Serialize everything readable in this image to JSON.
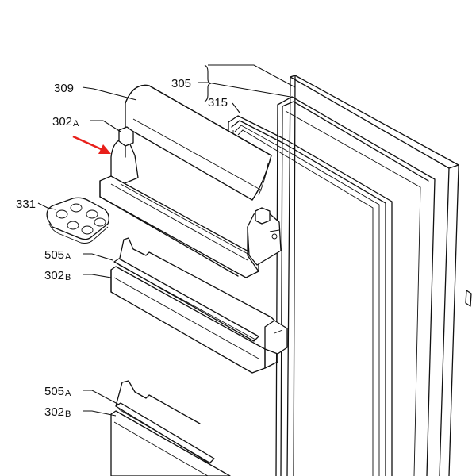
{
  "diagram": {
    "labels": {
      "l309": "309",
      "l302a_num": "302",
      "l302a_suf": "A",
      "l305": "305",
      "l315": "315",
      "l331": "331",
      "l505a_num": "505",
      "l505a_suf": "A",
      "l302b_num": "302",
      "l302b_suf": "B",
      "l505a2_num": "505",
      "l505a2_suf": "A",
      "l302b2_num": "302",
      "l302b2_suf": "B"
    },
    "colors": {
      "line": "#111111",
      "arrow": "#e8201b",
      "background": "#ffffff"
    },
    "icons": {
      "indicator": "red-arrow-icon"
    }
  }
}
